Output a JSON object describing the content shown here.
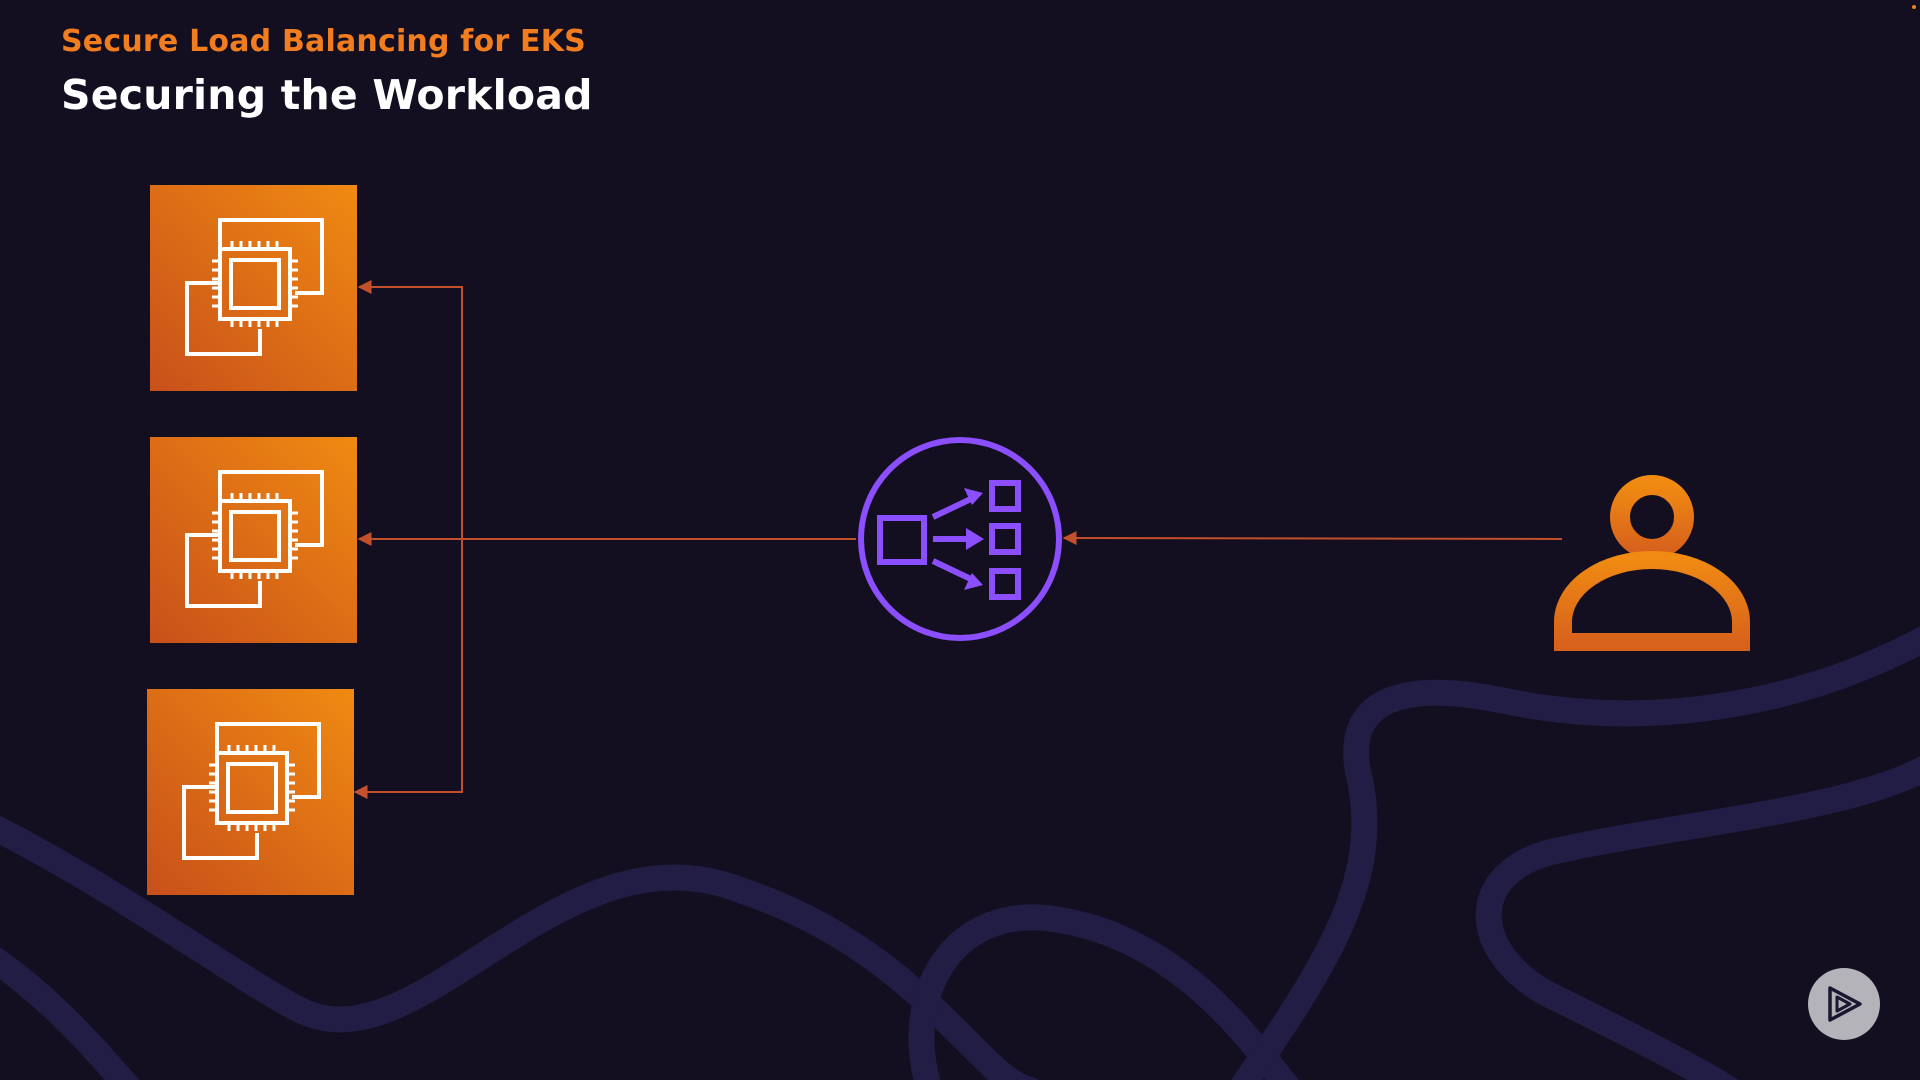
{
  "slide": {
    "subtitle": "Secure Load Balancing for EKS",
    "title": "Securing the Workload"
  },
  "diagram": {
    "nodes": [
      {
        "id": "ec2-instance-1",
        "icon": "ec2-instance-icon"
      },
      {
        "id": "ec2-instance-2",
        "icon": "ec2-instance-icon"
      },
      {
        "id": "ec2-instance-3",
        "icon": "ec2-instance-icon"
      },
      {
        "id": "load-balancer",
        "icon": "elastic-load-balancer-icon"
      },
      {
        "id": "user",
        "icon": "user-icon"
      }
    ],
    "edges": [
      {
        "from": "user",
        "to": "load-balancer"
      },
      {
        "from": "load-balancer",
        "to": "ec2-instance-1"
      },
      {
        "from": "load-balancer",
        "to": "ec2-instance-2"
      },
      {
        "from": "load-balancer",
        "to": "ec2-instance-3"
      }
    ]
  },
  "colors": {
    "background": "#130f20",
    "accent_orange": "#f27d1f",
    "arrow": "#c2502a",
    "load_balancer": "#8c4fff",
    "wave": "#221d45"
  },
  "controls": {
    "play_icon": "play-logo-icon"
  }
}
